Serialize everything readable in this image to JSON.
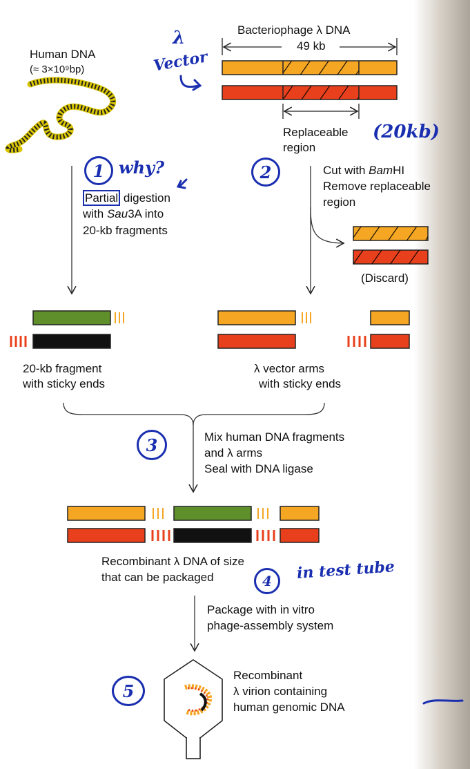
{
  "top": {
    "title": "Bacteriophage λ DNA",
    "length": "49 kb",
    "human_dna": "Human DNA",
    "human_size": "(≈ 3×10⁹bp)",
    "replaceable": "Replaceable",
    "replaceable2": "region"
  },
  "steps": {
    "partial_word": "Partial",
    "partial_rest": " digestion",
    "digest2_pre": "with ",
    "digest2_enzyme": "Sau",
    "digest2_post": "3A into",
    "digest3": "20-kb fragments",
    "cut1_pre": "Cut with ",
    "cut1_enzyme": "Bam",
    "cut1_post": "HI",
    "cut2": "Remove replaceable",
    "cut3": "region",
    "discard": "(Discard)",
    "frag1": "20-kb fragment",
    "frag2": "with sticky ends",
    "arms1": "λ vector arms",
    "arms2": "with sticky ends",
    "mix1": "Mix human DNA fragments",
    "mix2": "and λ arms",
    "mix3": "Seal with DNA ligase",
    "recomb1": "Recombinant λ DNA of size",
    "recomb2": "that can be packaged",
    "pack1": "Package with in vitro",
    "pack2": "phage-assembly system",
    "virion1": "Recombinant",
    "virion2": "λ virion containing",
    "virion3": "human genomic DNA"
  },
  "handwritten": {
    "lambda": "λ",
    "vector": "Vector",
    "kb20": "(20kb)",
    "why": "why?",
    "in_test_tube": "in test tube",
    "n1": "1",
    "n2": "2",
    "n3": "3",
    "n4": "4",
    "n5": "5"
  },
  "colors": {
    "orange": "#f5a623",
    "red": "#e8401c",
    "green": "#5f8f2a",
    "black": "#111111",
    "ink": "#1a2fb0"
  }
}
